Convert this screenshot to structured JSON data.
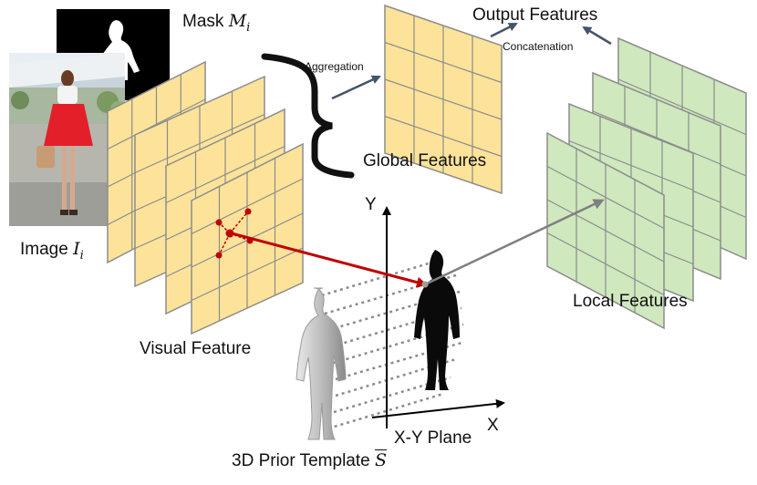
{
  "labels": {
    "mask": "Mask",
    "mask_symbol": "M",
    "mask_sub": "i",
    "image": "Image",
    "image_symbol": "I",
    "image_sub": "i",
    "output_features": "Output Features",
    "concatenation": "Concatenation",
    "aggregation": "Aggregation",
    "global_features": "Global Features",
    "local_features": "Local Features",
    "visual_feature": "Visual Feature",
    "axis_y": "Y",
    "axis_x": "X",
    "xy_plane": "X-Y Plane",
    "template": "3D Prior Template",
    "template_symbol": "S"
  },
  "colors": {
    "yellow_fill": "#fde39a",
    "green_fill": "#cfe8be",
    "grid_stroke": "#8c8c8c",
    "arrow_blue": "#44546a",
    "arrow_red": "#c00000",
    "arrow_gray": "#7f7f7f",
    "silhouette": "#0a0a0a"
  },
  "icons": {
    "brace": "curly-brace-icon",
    "mask": "mask-silhouette-icon",
    "photo": "person-photo-icon",
    "template": "3d-human-template-icon"
  }
}
